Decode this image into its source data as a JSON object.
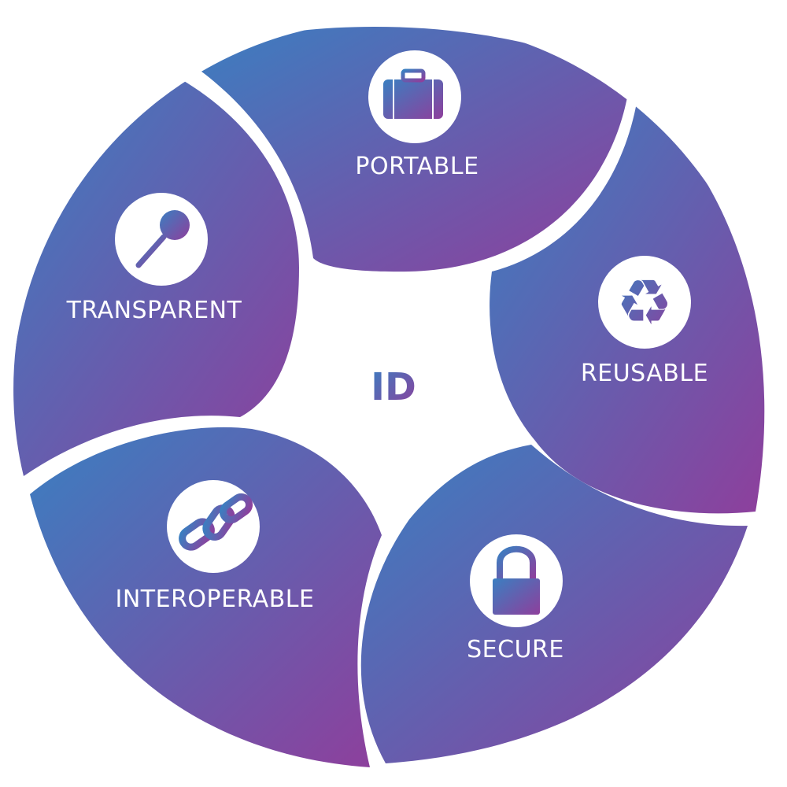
{
  "center": {
    "label": "ID"
  },
  "segments": [
    {
      "label": "PORTABLE",
      "icon": "briefcase-icon"
    },
    {
      "label": "REUSABLE",
      "icon": "recycle-icon"
    },
    {
      "label": "SECURE",
      "icon": "padlock-icon"
    },
    {
      "label": "INTEROPERABLE",
      "icon": "chain-link-icon"
    },
    {
      "label": "TRANSPARENT",
      "icon": "magnifying-glass-icon"
    }
  ],
  "colors": {
    "gradient_start": "#3a7fc1",
    "gradient_end": "#8e3f9c",
    "icon_background": "#ffffff",
    "text": "#ffffff",
    "background": "#ffffff"
  }
}
